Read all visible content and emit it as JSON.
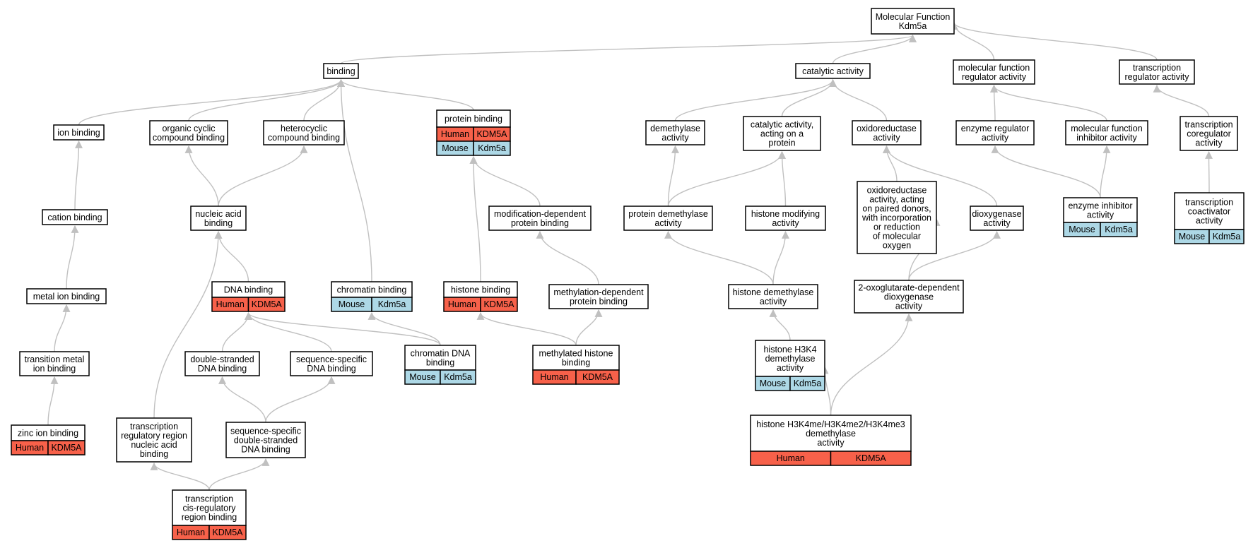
{
  "colors": {
    "human": "#f7614a",
    "mouse": "#add8e6",
    "edge": "#c0c0c0",
    "border": "#000000"
  },
  "nodes": [
    {
      "id": "molecular_function",
      "label": [
        "Molecular Function",
        "Kdm5a"
      ],
      "cells": []
    },
    {
      "id": "binding",
      "label": [
        "binding"
      ],
      "cells": []
    },
    {
      "id": "catalytic_activity",
      "label": [
        "catalytic activity"
      ],
      "cells": []
    },
    {
      "id": "mf_regulator_activity",
      "label": [
        "molecular function",
        "regulator activity"
      ],
      "cells": []
    },
    {
      "id": "transcription_regulator_activity",
      "label": [
        "transcription",
        "regulator activity"
      ],
      "cells": []
    },
    {
      "id": "ion_binding",
      "label": [
        "ion binding"
      ],
      "cells": []
    },
    {
      "id": "organic_cyclic_compound_binding",
      "label": [
        "organic cyclic",
        "compound binding"
      ],
      "cells": []
    },
    {
      "id": "heterocyclic_compound_binding",
      "label": [
        "heterocyclic",
        "compound binding"
      ],
      "cells": []
    },
    {
      "id": "protein_binding",
      "label": [
        "protein binding"
      ],
      "cells": [
        [
          "Human",
          "KDM5A"
        ],
        [
          "Mouse",
          "Kdm5a"
        ]
      ]
    },
    {
      "id": "demethylase_activity",
      "label": [
        "demethylase",
        "activity"
      ],
      "cells": []
    },
    {
      "id": "catalytic_activity_on_protein",
      "label": [
        "catalytic activity,",
        "acting on a",
        "protein"
      ],
      "cells": []
    },
    {
      "id": "oxidoreductase_activity",
      "label": [
        "oxidoreductase",
        "activity"
      ],
      "cells": []
    },
    {
      "id": "enzyme_regulator_activity",
      "label": [
        "enzyme regulator",
        "activity"
      ],
      "cells": []
    },
    {
      "id": "mf_inhibitor_activity",
      "label": [
        "molecular function",
        "inhibitor activity"
      ],
      "cells": []
    },
    {
      "id": "transcription_coregulator_activity",
      "label": [
        "transcription",
        "coregulator",
        "activity"
      ],
      "cells": []
    },
    {
      "id": "cation_binding",
      "label": [
        "cation binding"
      ],
      "cells": []
    },
    {
      "id": "nucleic_acid_binding",
      "label": [
        "nucleic acid",
        "binding"
      ],
      "cells": []
    },
    {
      "id": "modification_dependent_protein_binding",
      "label": [
        "modification-dependent",
        "protein binding"
      ],
      "cells": []
    },
    {
      "id": "protein_demethylase_activity",
      "label": [
        "protein demethylase",
        "activity"
      ],
      "cells": []
    },
    {
      "id": "histone_modifying_activity",
      "label": [
        "histone modifying",
        "activity"
      ],
      "cells": []
    },
    {
      "id": "oxidoreductase_paired_donors",
      "label": [
        "oxidoreductase",
        "activity, acting",
        "on paired donors,",
        "with incorporation",
        "or reduction",
        "of molecular",
        "oxygen"
      ],
      "cells": []
    },
    {
      "id": "dioxygenase_activity",
      "label": [
        "dioxygenase",
        "activity"
      ],
      "cells": []
    },
    {
      "id": "enzyme_inhibitor_activity",
      "label": [
        "enzyme inhibitor",
        "activity"
      ],
      "cells": [
        [
          "Mouse",
          "Kdm5a"
        ]
      ]
    },
    {
      "id": "transcription_coactivator_activity",
      "label": [
        "transcription",
        "coactivator",
        "activity"
      ],
      "cells": [
        [
          "Mouse",
          "Kdm5a"
        ]
      ]
    },
    {
      "id": "metal_ion_binding",
      "label": [
        "metal ion binding"
      ],
      "cells": []
    },
    {
      "id": "dna_binding",
      "label": [
        "DNA binding"
      ],
      "cells": [
        [
          "Human",
          "KDM5A"
        ]
      ]
    },
    {
      "id": "chromatin_binding",
      "label": [
        "chromatin binding"
      ],
      "cells": [
        [
          "Mouse",
          "Kdm5a"
        ]
      ]
    },
    {
      "id": "histone_binding",
      "label": [
        "histone binding"
      ],
      "cells": [
        [
          "Human",
          "KDM5A"
        ]
      ]
    },
    {
      "id": "methylation_dependent_protein_binding",
      "label": [
        "methylation-dependent",
        "protein binding"
      ],
      "cells": []
    },
    {
      "id": "histone_demethylase_activity",
      "label": [
        "histone demethylase",
        "activity"
      ],
      "cells": []
    },
    {
      "id": "2og_dioxygenase_activity",
      "label": [
        "2-oxoglutarate-dependent",
        "dioxygenase",
        "activity"
      ],
      "cells": []
    },
    {
      "id": "transition_metal_ion_binding",
      "label": [
        "transition metal",
        "ion binding"
      ],
      "cells": []
    },
    {
      "id": "ds_dna_binding",
      "label": [
        "double-stranded",
        "DNA binding"
      ],
      "cells": []
    },
    {
      "id": "ss_dna_binding",
      "label": [
        "sequence-specific",
        "DNA binding"
      ],
      "cells": []
    },
    {
      "id": "chromatin_dna_binding",
      "label": [
        "chromatin DNA",
        "binding"
      ],
      "cells": [
        [
          "Mouse",
          "Kdm5a"
        ]
      ]
    },
    {
      "id": "methylated_histone_binding",
      "label": [
        "methylated histone",
        "binding"
      ],
      "cells": [
        [
          "Human",
          "KDM5A"
        ]
      ]
    },
    {
      "id": "histone_h3k4_demethylase_activity",
      "label": [
        "histone H3K4",
        "demethylase",
        "activity"
      ],
      "cells": [
        [
          "Mouse",
          "Kdm5a"
        ]
      ]
    },
    {
      "id": "zinc_ion_binding",
      "label": [
        "zinc ion binding"
      ],
      "cells": [
        [
          "Human",
          "KDM5A"
        ]
      ]
    },
    {
      "id": "tr_region_nucleic_acid_binding",
      "label": [
        "transcription",
        "regulatory region",
        "nucleic acid",
        "binding"
      ],
      "cells": []
    },
    {
      "id": "ss_ds_dna_binding",
      "label": [
        "sequence-specific",
        "double-stranded",
        "DNA binding"
      ],
      "cells": []
    },
    {
      "id": "histone_h3k4me_demethylase_activity",
      "label": [
        "histone H3K4me/H3K4me2/H3K4me3",
        "demethylase",
        "activity"
      ],
      "cells": [
        [
          "Human",
          "KDM5A"
        ]
      ]
    },
    {
      "id": "transcription_cis_regulatory_region_binding",
      "label": [
        "transcription",
        "cis-regulatory",
        "region binding"
      ],
      "cells": [
        [
          "Human",
          "KDM5A"
        ]
      ]
    }
  ],
  "edges": [
    [
      "binding",
      "molecular_function"
    ],
    [
      "catalytic_activity",
      "molecular_function"
    ],
    [
      "mf_regulator_activity",
      "molecular_function"
    ],
    [
      "transcription_regulator_activity",
      "molecular_function"
    ],
    [
      "ion_binding",
      "binding"
    ],
    [
      "organic_cyclic_compound_binding",
      "binding"
    ],
    [
      "heterocyclic_compound_binding",
      "binding"
    ],
    [
      "protein_binding",
      "binding"
    ],
    [
      "chromatin_binding",
      "binding"
    ],
    [
      "demethylase_activity",
      "catalytic_activity"
    ],
    [
      "catalytic_activity_on_protein",
      "catalytic_activity"
    ],
    [
      "oxidoreductase_activity",
      "catalytic_activity"
    ],
    [
      "enzyme_regulator_activity",
      "mf_regulator_activity"
    ],
    [
      "mf_inhibitor_activity",
      "mf_regulator_activity"
    ],
    [
      "transcription_coregulator_activity",
      "transcription_regulator_activity"
    ],
    [
      "cation_binding",
      "ion_binding"
    ],
    [
      "nucleic_acid_binding",
      "organic_cyclic_compound_binding"
    ],
    [
      "nucleic_acid_binding",
      "heterocyclic_compound_binding"
    ],
    [
      "modification_dependent_protein_binding",
      "protein_binding"
    ],
    [
      "histone_binding",
      "protein_binding"
    ],
    [
      "protein_demethylase_activity",
      "demethylase_activity"
    ],
    [
      "protein_demethylase_activity",
      "catalytic_activity_on_protein"
    ],
    [
      "histone_modifying_activity",
      "catalytic_activity_on_protein"
    ],
    [
      "oxidoreductase_paired_donors",
      "oxidoreductase_activity"
    ],
    [
      "dioxygenase_activity",
      "oxidoreductase_activity"
    ],
    [
      "enzyme_inhibitor_activity",
      "enzyme_regulator_activity"
    ],
    [
      "enzyme_inhibitor_activity",
      "mf_inhibitor_activity"
    ],
    [
      "transcription_coactivator_activity",
      "transcription_coregulator_activity"
    ],
    [
      "metal_ion_binding",
      "cation_binding"
    ],
    [
      "dna_binding",
      "nucleic_acid_binding"
    ],
    [
      "tr_region_nucleic_acid_binding",
      "nucleic_acid_binding"
    ],
    [
      "methylation_dependent_protein_binding",
      "modification_dependent_protein_binding"
    ],
    [
      "histone_demethylase_activity",
      "protein_demethylase_activity"
    ],
    [
      "histone_demethylase_activity",
      "histone_modifying_activity"
    ],
    [
      "2og_dioxygenase_activity",
      "oxidoreductase_paired_donors"
    ],
    [
      "2og_dioxygenase_activity",
      "dioxygenase_activity"
    ],
    [
      "transition_metal_ion_binding",
      "metal_ion_binding"
    ],
    [
      "ds_dna_binding",
      "dna_binding"
    ],
    [
      "ss_dna_binding",
      "dna_binding"
    ],
    [
      "chromatin_dna_binding",
      "dna_binding"
    ],
    [
      "chromatin_dna_binding",
      "chromatin_binding"
    ],
    [
      "methylated_histone_binding",
      "histone_binding"
    ],
    [
      "methylated_histone_binding",
      "methylation_dependent_protein_binding"
    ],
    [
      "histone_h3k4_demethylase_activity",
      "histone_demethylase_activity"
    ],
    [
      "zinc_ion_binding",
      "transition_metal_ion_binding"
    ],
    [
      "ss_ds_dna_binding",
      "ds_dna_binding"
    ],
    [
      "ss_ds_dna_binding",
      "ss_dna_binding"
    ],
    [
      "histone_h3k4me_demethylase_activity",
      "histone_h3k4_demethylase_activity"
    ],
    [
      "histone_h3k4me_demethylase_activity",
      "2og_dioxygenase_activity"
    ],
    [
      "transcription_cis_regulatory_region_binding",
      "tr_region_nucleic_acid_binding"
    ],
    [
      "transcription_cis_regulatory_region_binding",
      "ss_ds_dna_binding"
    ]
  ]
}
